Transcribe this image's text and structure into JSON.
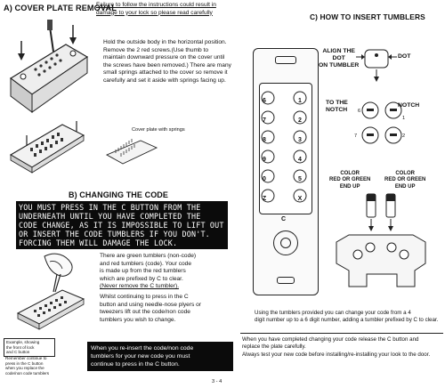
{
  "sectionA": {
    "heading": "A) COVER PLATE REMOVAL",
    "warning_lines": [
      "Failure to follow the instructions could result in",
      "damage to your lock so please read carefully"
    ],
    "body_lines": [
      "Hold the outside body in the horizontal position.",
      "Remove the 2 red screws.(Use thumb to",
      "maintain downward pressure on the cover until",
      "the screws have been removed.) There are many",
      "small springs attached to the cover so remove it",
      "carefully and set it aside with springs facing up."
    ],
    "cover_caption": "Cover plate with springs"
  },
  "sectionB": {
    "heading": "B) CHANGING THE CODE",
    "notice_lines": [
      "YOU MUST PRESS IN THE C BUTTON  FROM THE",
      "UNDERNEATH UNTIL YOU HAVE COMPLETED THE",
      "CODE CHANGE, AS IT IS IMPOSSIBLE TO LIFT OUT",
      "OR INSERT THE CODE TUMBLERS IF YOU DON'T.",
      "FORCING THEM WILL DAMAGE THE LOCK."
    ],
    "body_lines": [
      "There are green tumblers (non-code)",
      "and red tumblers (code). Your code",
      "is made up from the red tumblers",
      "which are prefixed by C to clear.",
      "(Never remove the C tumbler)."
    ],
    "body2_lines": [
      "Whilst continuing to press in the C",
      "button and using needle-nose plyers or",
      "tweezers lift out the code/non code",
      "tumblers you wish to change."
    ],
    "example_lines": [
      "Example, showing",
      "the front of lock",
      "and C button",
      "Remember continue to",
      "press in the C button",
      "when you replace the",
      "code/non code tumblers"
    ],
    "bottom_bar_lines": [
      "When you re-insert the code/non code",
      "tumblers for your new code you must",
      "continue to press in the C button."
    ]
  },
  "sectionC": {
    "heading": "C) HOW TO INSERT TUMBLERS",
    "align_label_lines": [
      "ALIGN THE",
      "DOT",
      "ON TUMBLER"
    ],
    "dot_label": "DOT",
    "notch_label_lines": [
      "TO THE",
      "NOTCH"
    ],
    "notch_right_label": "NOTCH",
    "notch_numbers": [
      "6",
      "1",
      "7",
      "2"
    ],
    "color_left_lines": [
      "COLOR",
      "RED OR GREEN",
      "END UP"
    ],
    "color_right_lines": [
      "COLOR",
      "RED OR GREEN",
      "END UP"
    ],
    "keypad_left": [
      "6",
      "7",
      "8",
      "9",
      "0",
      "Z"
    ],
    "keypad_right": [
      "1",
      "2",
      "3",
      "4",
      "5",
      "X"
    ],
    "keypad_bottom": "C",
    "body_lines": [
      "Using the tumblers provided you can change your code from a 4",
      "digit number up to a 6 digit number, adding a tumbler prefixed by C to clear."
    ],
    "final_lines": [
      "When you have completed changing your code release the C button and",
      "replace the plate carefully.",
      "Always test your new code before installing/re-installing your look to the door."
    ]
  },
  "page_number": "3 - 4"
}
